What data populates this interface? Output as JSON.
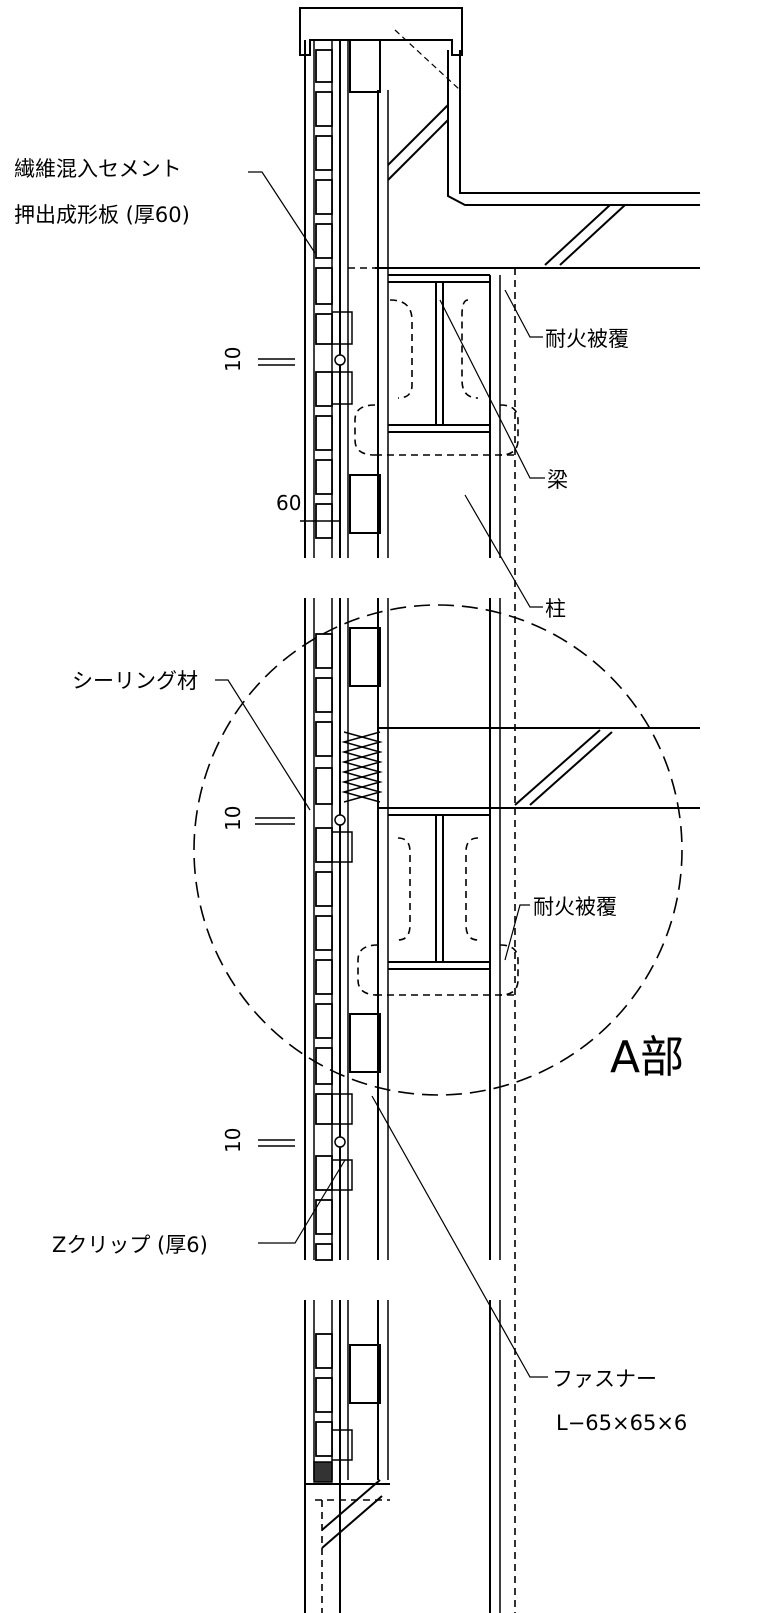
{
  "labels": {
    "panel_line1": "繊維混入セメント",
    "panel_line2": "押出成形板 (厚60)",
    "fireproof_1": "耐火被覆",
    "beam": "梁",
    "column": "柱",
    "sealing": "シーリング材",
    "fireproof_2": "耐火被覆",
    "detail_a": "A部",
    "zclip": "Zクリップ (厚6)",
    "fastener_line1": "ファスナー",
    "fastener_line2": "L−65×65×6"
  },
  "dimensions": {
    "joint_top": "10",
    "panel_thickness": "60",
    "joint_mid": "10",
    "joint_bottom": "10"
  }
}
